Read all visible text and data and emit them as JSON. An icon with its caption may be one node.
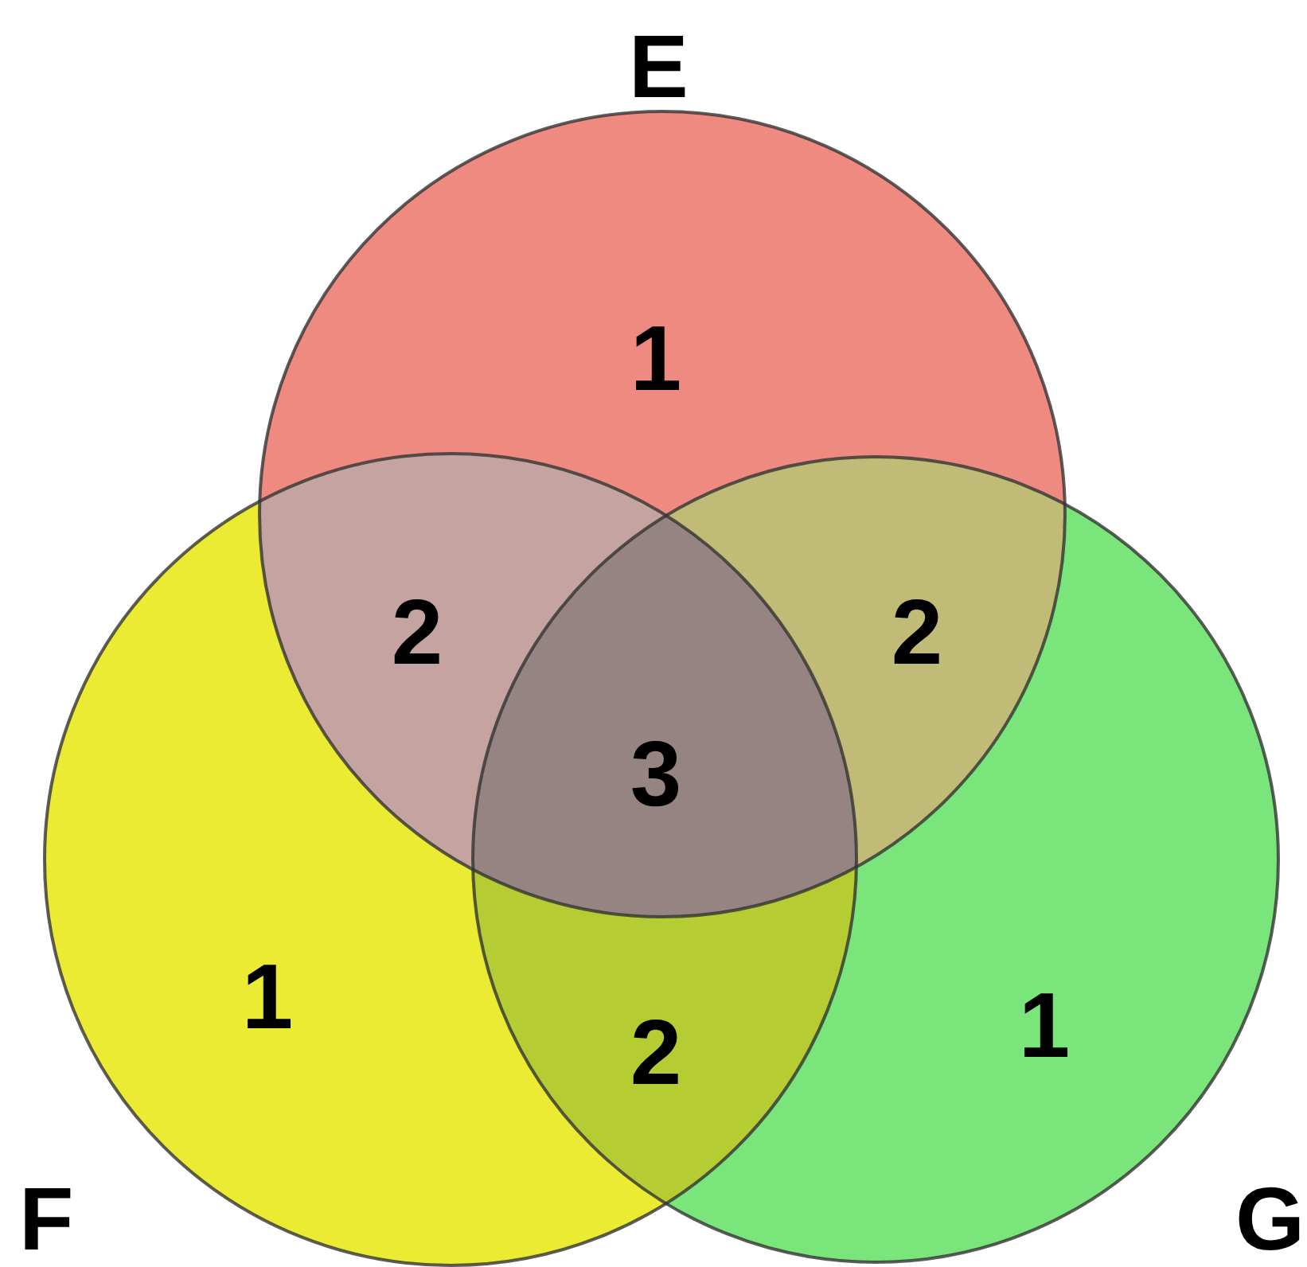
{
  "diagram": {
    "nodes": [
      {
        "text": [
          "E"
        ]
      },
      {
        "text": [
          "F"
        ]
      },
      {
        "text": [
          "G"
        ]
      }
    ],
    "labels": [
      "1",
      "2",
      "2",
      "3",
      "1",
      "2",
      "1"
    ]
  }
}
